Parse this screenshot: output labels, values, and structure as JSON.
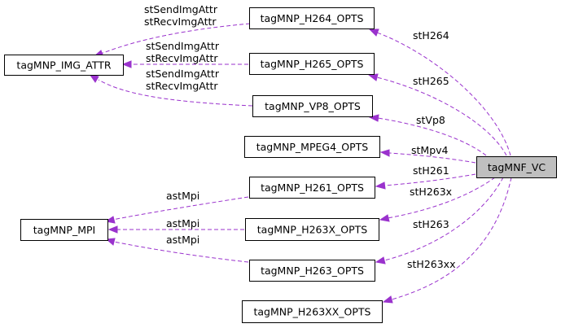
{
  "nodes": {
    "img_attr": "tagMNP_IMG_ATTR",
    "mpi": "tagMNP_MPI",
    "h264": "tagMNP_H264_OPTS",
    "h265": "tagMNP_H265_OPTS",
    "vp8": "tagMNP_VP8_OPTS",
    "mpeg4": "tagMNP_MPEG4_OPTS",
    "h261": "tagMNP_H261_OPTS",
    "h263x": "tagMNP_H263X_OPTS",
    "h263": "tagMNP_H263_OPTS",
    "h263xx": "tagMNP_H263XX_OPTS",
    "vc": "tagMNF_VC"
  },
  "edge_labels": {
    "st_send_img_attr": "stSendImgAttr",
    "st_recv_img_attr": "stRecvImgAttr",
    "ast_mpi": "astMpi",
    "st_h264": "stH264",
    "st_h265": "stH265",
    "st_vp8": "stVp8",
    "st_mpv4": "stMpv4",
    "st_h261": "stH261",
    "st_h263x": "stH263x",
    "st_h263": "stH263",
    "st_h263xx": "stH263xx"
  },
  "colors": {
    "edge": "#9a32cd",
    "main_node_fill": "#bfbfbf",
    "node_fill": "#ffffff",
    "node_border": "#000000"
  }
}
